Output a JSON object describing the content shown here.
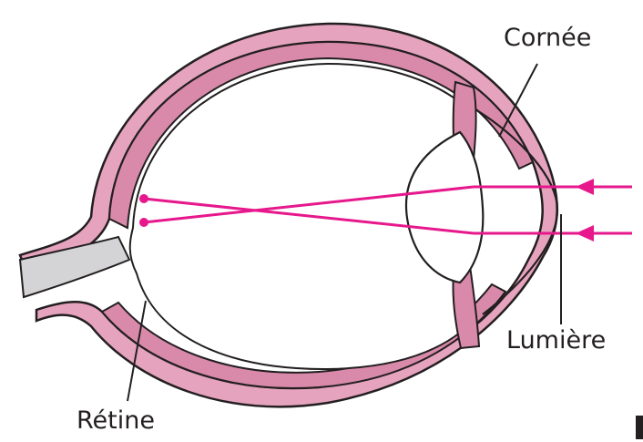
{
  "labels": {
    "cornee": "Cornée",
    "lumiere": "Lumière",
    "retine": "Rétine"
  },
  "colors": {
    "outline": "#231f20",
    "tissue": "#e6a3be",
    "tissue_dark": "#d98aaa",
    "light_ray": "#e6188c",
    "nerve": "#d4d4d6",
    "background": "#ffffff"
  }
}
